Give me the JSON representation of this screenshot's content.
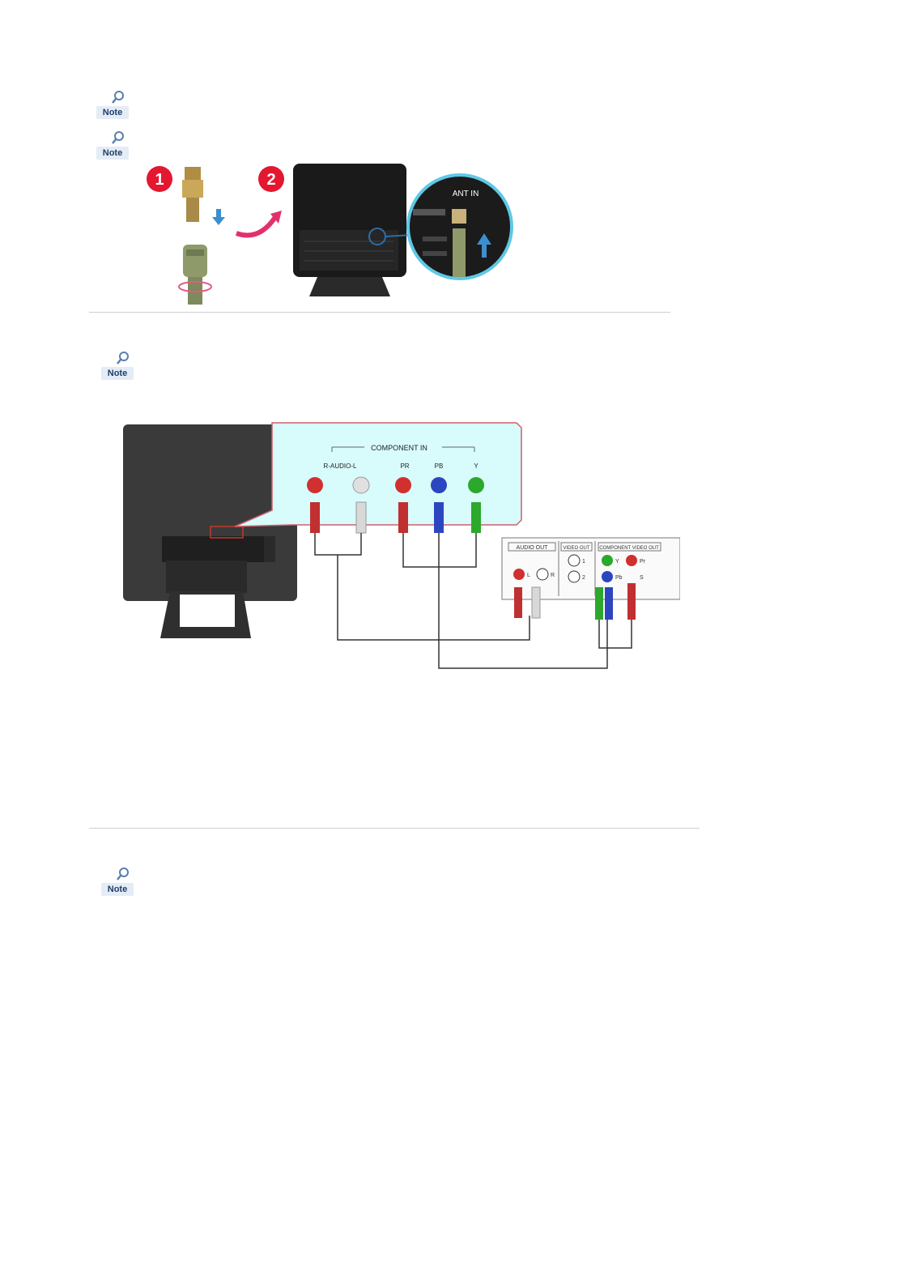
{
  "notes": [
    "Note",
    "Note",
    "Note",
    "Note"
  ],
  "antenna_figure": {
    "step_1": "1",
    "step_2": "2",
    "port_label": "ANT IN"
  },
  "component_figure": {
    "group_label": "COMPONENT IN",
    "jacks": [
      "R-AUDIO-L",
      "PR",
      "PB",
      "Y"
    ],
    "device_sections": [
      "AUDIO OUT",
      "VIDEO OUT",
      "COMPONENT VIDEO OUT"
    ],
    "device_labels": {
      "l": "L",
      "r": "R",
      "v1": "1",
      "v2": "2",
      "y": "Y",
      "pr": "Pr",
      "pb": "Pb",
      "s": "S"
    }
  }
}
